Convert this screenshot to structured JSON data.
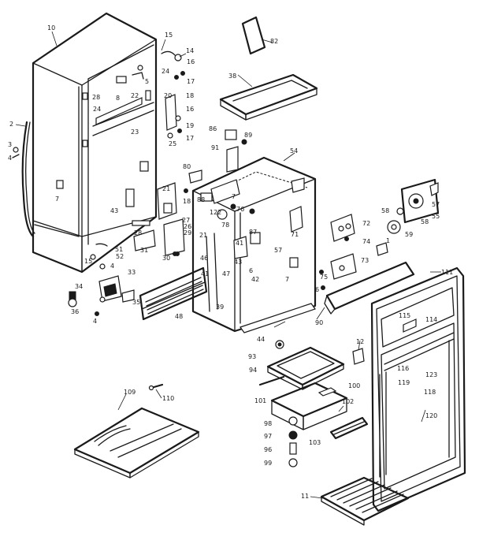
{
  "labels": {
    "l10": "10",
    "l15": "15",
    "l14": "14",
    "l16": "16",
    "l17": "17",
    "l24": "24",
    "l5": "5",
    "l28": "28",
    "l8": "8",
    "l22": "22",
    "l20": "20",
    "l18": "18",
    "l19": "19",
    "l23": "23",
    "l25": "25",
    "l2": "2",
    "l3": "3",
    "l4": "4",
    "l7": "7",
    "l80": "80",
    "l21": "21",
    "l43": "43",
    "l27": "27",
    "l26": "26",
    "l29": "29",
    "l51": "51",
    "l52": "52",
    "l31": "31",
    "l30": "30",
    "l34": "34",
    "l33": "33",
    "l35": "35",
    "l36": "36",
    "l48": "48",
    "l39": "39",
    "l47": "47",
    "l46": "46",
    "l122": "122",
    "l82": "82",
    "l38": "38",
    "l86": "86",
    "l91": "91",
    "l89": "89",
    "l54": "54",
    "l88": "88",
    "l76": "76",
    "l78": "78",
    "l87": "87",
    "l71": "71",
    "l41": "41",
    "l57": "57",
    "l42": "42",
    "l72": "72",
    "l74": "74",
    "l73": "73",
    "l75": "75",
    "l1": "1",
    "l6": "6",
    "l90": "90",
    "l58": "58",
    "l59": "59",
    "l55": "55",
    "l111": "111",
    "l115": "115",
    "l114": "114",
    "l116": "116",
    "l123": "123",
    "l118": "118",
    "l119": "119",
    "l120": "120",
    "l44": "44",
    "l12": "12",
    "l93": "93",
    "l94": "94",
    "l100": "100",
    "l101": "101",
    "l102": "102",
    "l103": "103",
    "l98": "98",
    "l97": "97",
    "l96": "96",
    "l99": "99",
    "l109": "109",
    "l110": "110",
    "l11": "11"
  },
  "parts": {
    "cabinet_shell": "10",
    "liner": "54",
    "door": "111",
    "crisper_pan": "101",
    "drain_pan": "109",
    "shelf": "11",
    "glass_shelf": "93",
    "evaporator_cover": "38",
    "grille": "48",
    "toe_grille": "90",
    "cover_plate": "82"
  }
}
